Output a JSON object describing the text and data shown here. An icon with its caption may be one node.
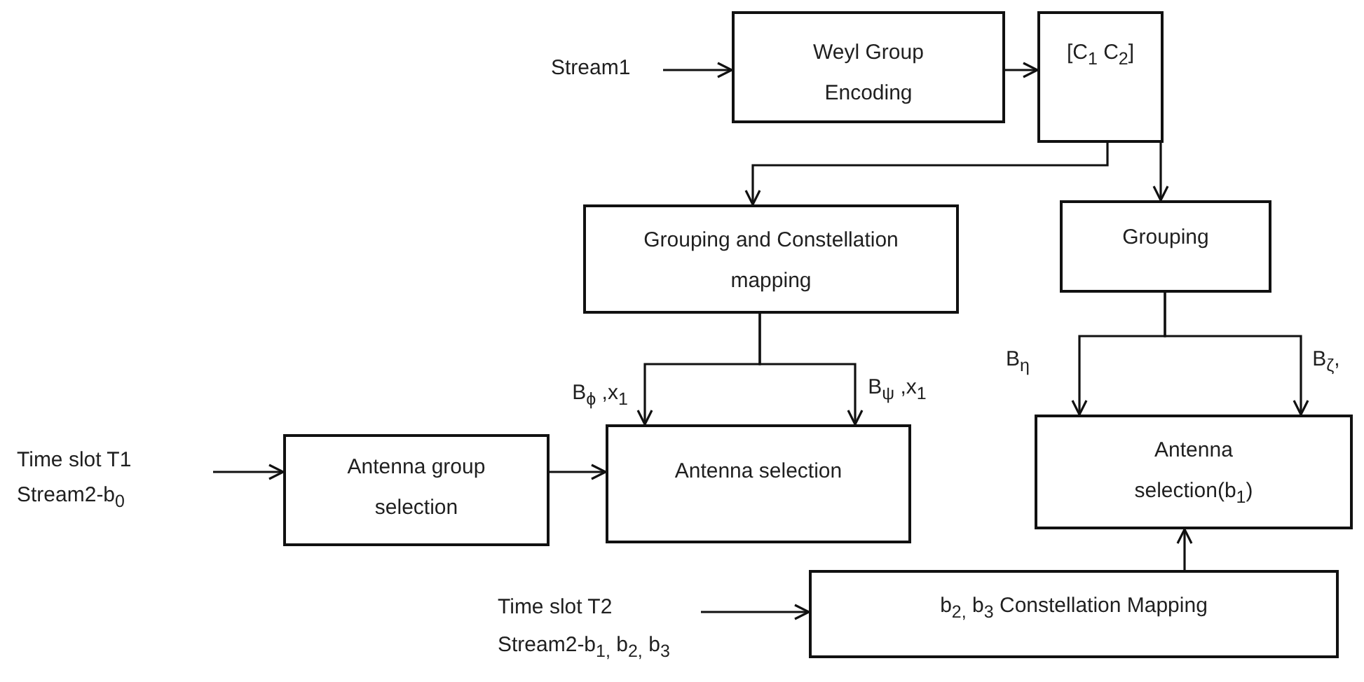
{
  "diagram": {
    "nodes": [
      {
        "text": [
          "Stream1"
        ]
      },
      {
        "text": [
          "Weyl Group Encoding"
        ]
      },
      {
        "text": [
          "[C$_{1}$ C$_{2}$]"
        ]
      },
      {
        "text": [
          "Grouping and Constellation  mapping"
        ]
      },
      {
        "text": [
          "Grouping"
        ]
      },
      {
        "text": [
          "Time slot T1",
          "Stream2-b$_{0}$"
        ]
      },
      {
        "text": [
          "Antenna group selection"
        ]
      },
      {
        "text": [
          "Antenna selection"
        ]
      },
      {
        "text": [
          "Antenna selection(b$_{1}$)"
        ]
      },
      {
        "text": [
          "Time slot T2",
          "Stream2-b$_{1,}$ b$_{2,}$ b$_{3}$"
        ]
      },
      {
        "text": [
          "b$_{2,}$ b$_{3}$ Constellation   Mapping"
        ]
      }
    ],
    "edges": [
      {
        "from": 0,
        "to": 1,
        "arrow": "to"
      },
      {
        "from": 1,
        "to": 2,
        "arrow": "to"
      },
      {
        "from": 2,
        "to": 3,
        "arrow": "to"
      },
      {
        "from": 2,
        "to": 4,
        "arrow": "to"
      },
      {
        "from": 3,
        "to": 7,
        "arrow": "to",
        "label": "B$_{ϕ}$ ,x$_{1}$"
      },
      {
        "from": 3,
        "to": 7,
        "arrow": "to",
        "label": "B$_{ψ}$ ,x$_{1}$"
      },
      {
        "from": 4,
        "to": 8,
        "arrow": "to",
        "label": "B$_{η}$"
      },
      {
        "from": 4,
        "to": 8,
        "arrow": "to",
        "label": "B$_{ζ}$,"
      },
      {
        "from": 5,
        "to": 6,
        "arrow": "to"
      },
      {
        "from": 6,
        "to": 7,
        "arrow": "to"
      },
      {
        "from": 9,
        "to": 10,
        "arrow": "to"
      },
      {
        "from": 10,
        "to": 8,
        "arrow": "to"
      }
    ]
  }
}
